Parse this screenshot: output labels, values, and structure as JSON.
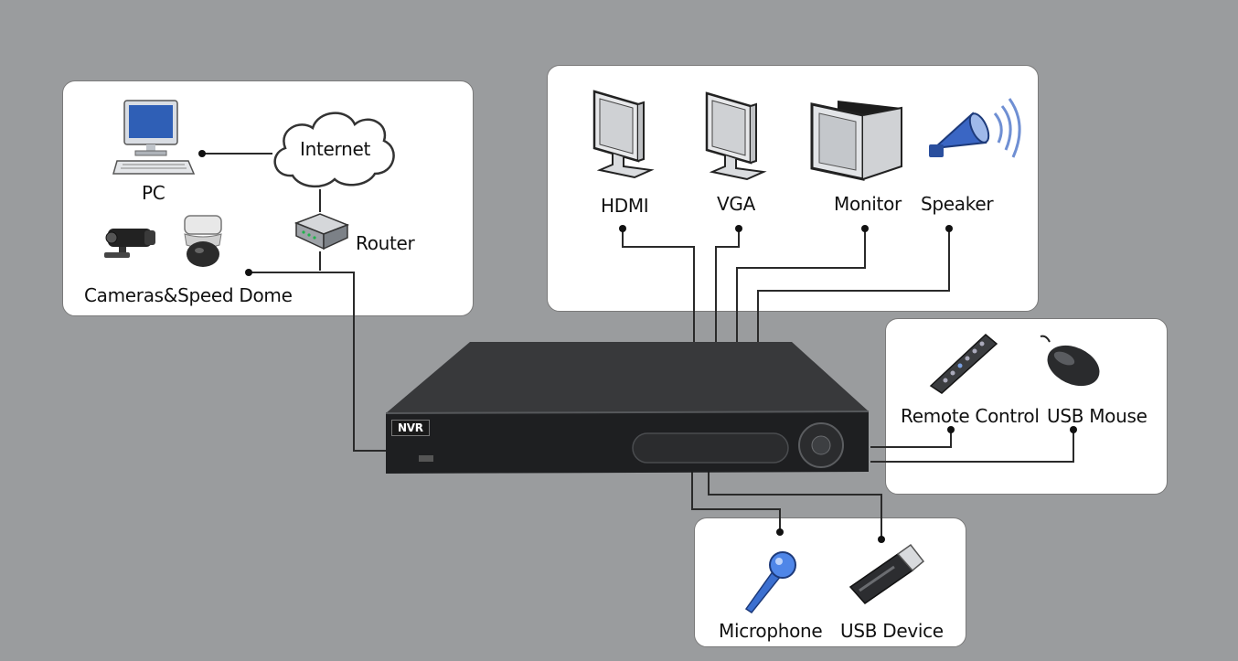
{
  "diagram": {
    "network": {
      "pc_label": "PC",
      "internet_label": "Internet",
      "router_label": "Router",
      "cameras_label": "Cameras&Speed Dome"
    },
    "outputs": {
      "hdmi_label": "HDMI",
      "vga_label": "VGA",
      "monitor_label": "Monitor",
      "speaker_label": "Speaker"
    },
    "controls": {
      "remote_label": "Remote Control",
      "mouse_label": "USB Mouse"
    },
    "inputs": {
      "microphone_label": "Microphone",
      "usb_device_label": "USB Device"
    },
    "nvr": {
      "badge": "NVR"
    }
  }
}
